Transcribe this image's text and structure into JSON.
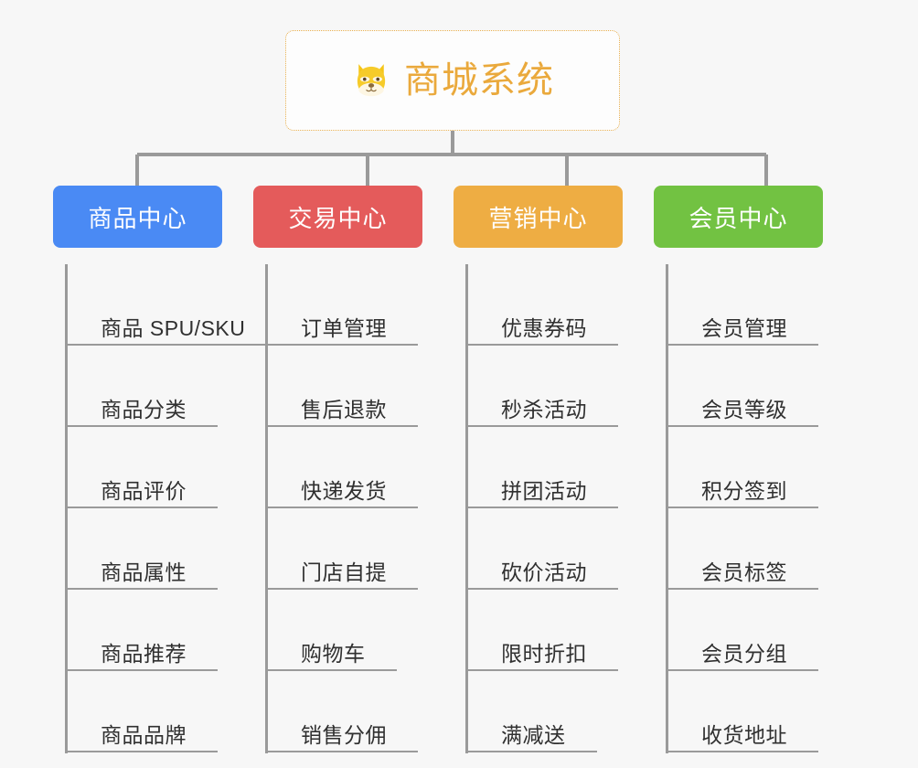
{
  "diagram": {
    "type": "org-tree",
    "background_color": "#f7f7f7",
    "root": {
      "title": "商城系统",
      "icon": "dog-face-icon",
      "text_color": "#eaa93c",
      "border_color": "#e8b050",
      "background_color": "#fdfdfd"
    },
    "connector_color": "#9a9a9a",
    "columns": [
      {
        "title": "商品中心",
        "color": "#4a8af4",
        "items": [
          "商品 SPU/SKU",
          "商品分类",
          "商品评价",
          "商品属性",
          "商品推荐",
          "商品品牌"
        ]
      },
      {
        "title": "交易中心",
        "color": "#e45b5b",
        "items": [
          "订单管理",
          "售后退款",
          "快递发货",
          "门店自提",
          "购物车",
          "销售分佣"
        ]
      },
      {
        "title": "营销中心",
        "color": "#eead43",
        "items": [
          "优惠券码",
          "秒杀活动",
          "拼团活动",
          "砍价活动",
          "限时折扣",
          "满减送"
        ]
      },
      {
        "title": "会员中心",
        "color": "#72c242",
        "items": [
          "会员管理",
          "会员等级",
          "积分签到",
          "会员标签",
          "会员分组",
          "收货地址"
        ]
      }
    ]
  }
}
